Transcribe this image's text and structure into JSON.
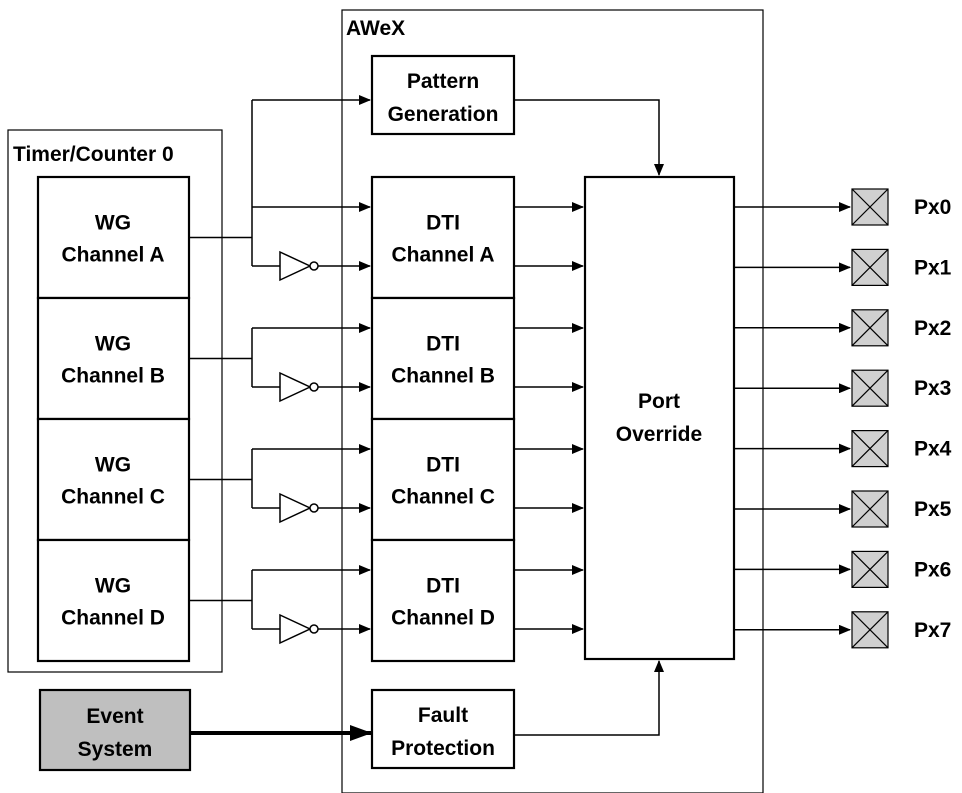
{
  "groups": {
    "timer": "Timer/Counter 0",
    "awex": "AWeX"
  },
  "wg_channels": [
    {
      "l1": "WG",
      "l2": "Channel A"
    },
    {
      "l1": "WG",
      "l2": "Channel B"
    },
    {
      "l1": "WG",
      "l2": "Channel C"
    },
    {
      "l1": "WG",
      "l2": "Channel D"
    }
  ],
  "dti_channels": [
    {
      "l1": "DTI",
      "l2": "Channel A"
    },
    {
      "l1": "DTI",
      "l2": "Channel B"
    },
    {
      "l1": "DTI",
      "l2": "Channel C"
    },
    {
      "l1": "DTI",
      "l2": "Channel D"
    }
  ],
  "pattern": {
    "l1": "Pattern",
    "l2": "Generation"
  },
  "port": {
    "l1": "Port",
    "l2": "Override"
  },
  "fault": {
    "l1": "Fault",
    "l2": "Protection"
  },
  "event": {
    "l1": "Event",
    "l2": "System"
  },
  "pins": [
    "Px0",
    "Px1",
    "Px2",
    "Px3",
    "Px4",
    "Px5",
    "Px6",
    "Px7"
  ],
  "colors": {
    "event_fill": "#bfbfbf",
    "pin_fill": "#d0d0d0"
  }
}
